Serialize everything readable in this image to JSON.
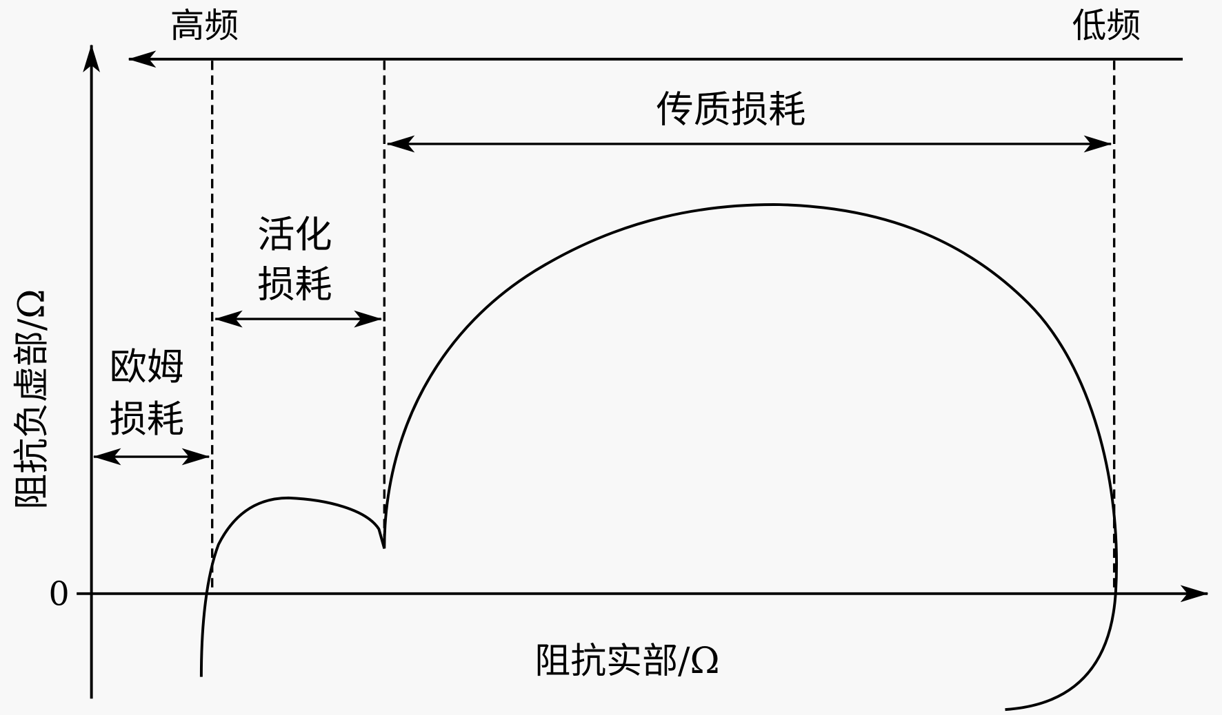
{
  "labels": {
    "high_freq": "高频",
    "low_freq": "低频",
    "mass_transfer_loss": "传质损耗",
    "activation_loss_line1": "活化",
    "activation_loss_line2": "损耗",
    "ohmic_loss_line1": "欧姆",
    "ohmic_loss_line2": "损耗",
    "y_axis_label": "阻抗负虚部/Ω",
    "x_axis_label": "阻抗实部/Ω",
    "origin_label": "0"
  },
  "colors": {
    "line": "#000000",
    "background": "#f8f8f8"
  }
}
